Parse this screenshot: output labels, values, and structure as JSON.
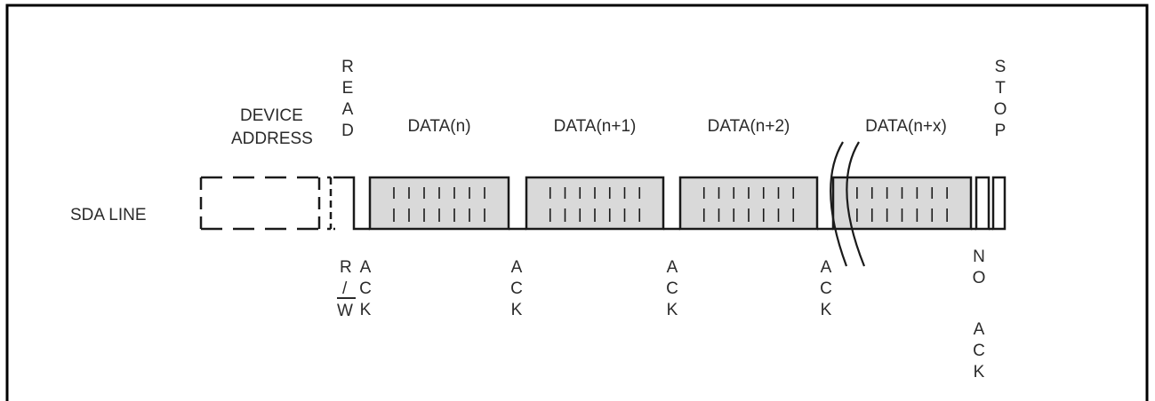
{
  "signal_label": "SDA LINE",
  "device_address": {
    "line1": "DEVICE",
    "line2": "ADDRESS"
  },
  "read_label": "READ",
  "stop_label": "STOP",
  "data_bytes": [
    "DATA(n)",
    "DATA(n+1)",
    "DATA(n+2)",
    "DATA(n+x)"
  ],
  "rw_label": {
    "r": "R",
    "slash": "/",
    "w": "W"
  },
  "first_ack": "ACK",
  "acks": [
    "ACK",
    "ACK",
    "ACK"
  ],
  "no_ack": {
    "line1": "NO",
    "line2": "ACK"
  },
  "colors": {
    "outline": "#1a1a1a",
    "fill": "#d9d9d9",
    "text": "#2a2a2a",
    "border": "#000000"
  }
}
